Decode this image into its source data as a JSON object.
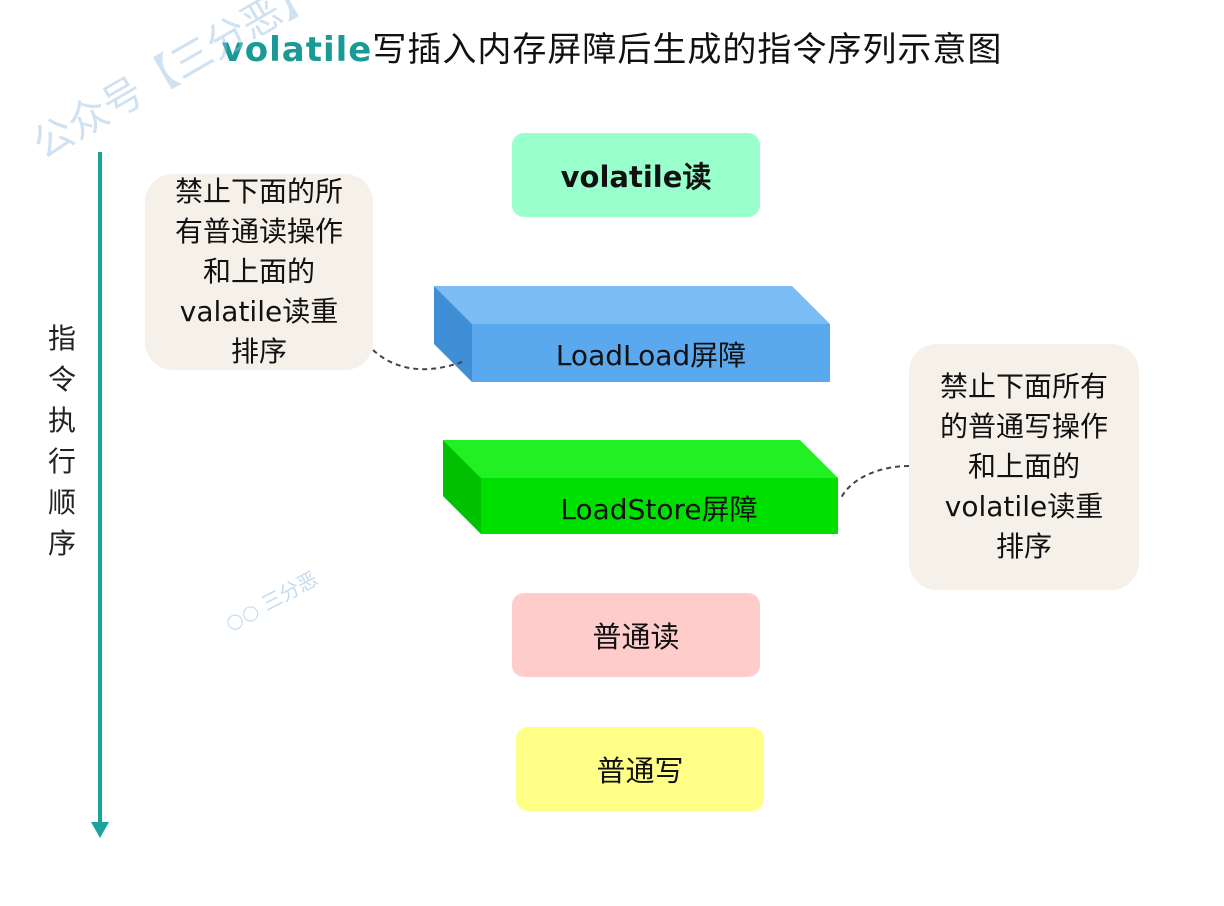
{
  "title": {
    "highlight": "volatile",
    "rest": "写插入内存屏障后生成的指令序列示意图"
  },
  "watermark": {
    "main": "公众号【三分恶】出品",
    "small": "三分恶"
  },
  "axis": {
    "label": "指令执行顺序"
  },
  "boxes": {
    "volatile_read": "volatile读",
    "loadload": "LoadLoad屏障",
    "loadstore": "LoadStore屏障",
    "normal_read": "普通读",
    "normal_write": "普通写"
  },
  "notes": {
    "left": [
      "禁止下面的所",
      "有普通读操作",
      "和上面的",
      "valatile读重",
      "排序"
    ],
    "right": [
      "禁止下面所有",
      "的普通写操作",
      "和上面的",
      "volatile读重",
      "排序"
    ]
  },
  "colors": {
    "accent": "#1aa39d",
    "volatile_read": "#99ffcc",
    "loadload": "#5aa8ee",
    "loadstore": "#00e000",
    "normal_read": "#ffcccc",
    "normal_write": "#ffff88",
    "note_bg": "#f5f1e8"
  }
}
